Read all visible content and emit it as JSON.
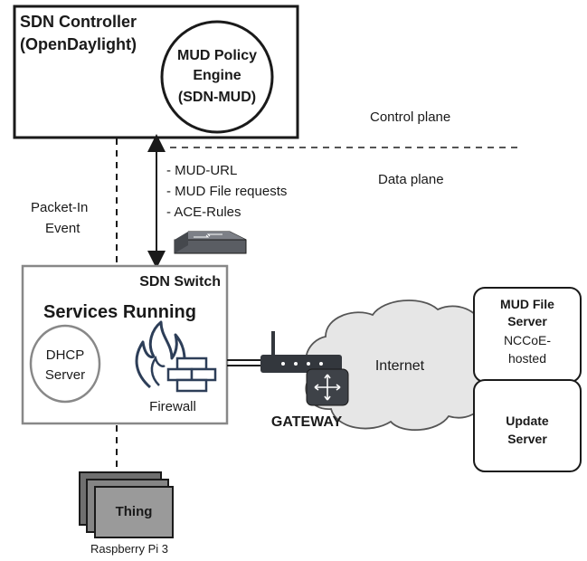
{
  "controller": {
    "title_line1": "SDN Controller",
    "title_line2": "(OpenDaylight)",
    "engine_line1": "MUD Policy",
    "engine_line2": "Engine",
    "engine_line3": "(SDN-MUD)"
  },
  "planes": {
    "control": "Control plane",
    "data": "Data plane"
  },
  "packet_in": {
    "line1": "Packet-In",
    "line2": "Event"
  },
  "messages": [
    "- MUD-URL",
    "- MUD File requests",
    "- ACE-Rules"
  ],
  "switch": {
    "title": "SDN Switch",
    "services": "Services Running",
    "dhcp_line1": "DHCP",
    "dhcp_line2": "Server",
    "firewall": "Firewall"
  },
  "gateway": "GATEWAY",
  "internet": "Internet",
  "mud_server": {
    "line1": "MUD File",
    "line2": "Server",
    "line3": "NCCoE-",
    "line4": "hosted"
  },
  "update_server": {
    "line1": "Update",
    "line2": "Server"
  },
  "thing": {
    "label": "Thing",
    "device": "Raspberry Pi 3"
  },
  "colors": {
    "stroke": "#1a1a1a",
    "box_border": "#888888",
    "cloud_fill": "#e6e6e6",
    "cloud_stroke": "#555555",
    "router_fill": "#33373d",
    "switch_fill": "#5a5d63",
    "thing_fill": "#9a9a9a",
    "thing_back": "#6f6f6f",
    "firewall_blue": "#2d3e58"
  },
  "icons": [
    "network-switch-icon",
    "firewall-flame-icon",
    "wifi-router-icon",
    "gateway-router-icon",
    "internet-cloud-icon"
  ]
}
